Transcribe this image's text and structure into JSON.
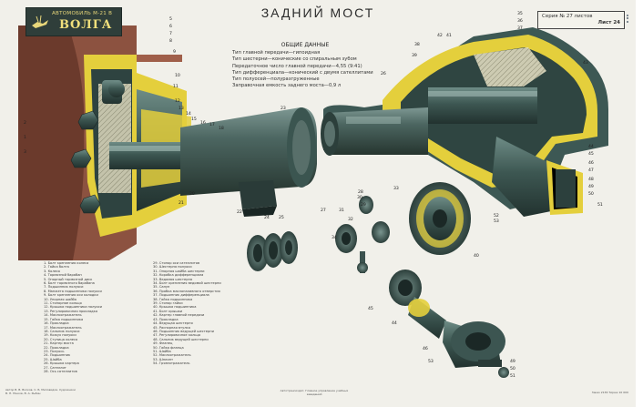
{
  "header": {
    "badge_line1": "АВТОМОБИЛЬ М-21 В",
    "badge_line2": "ВОЛГА",
    "title": "ЗАДНИЙ МОСТ",
    "series_line1": "Серия № 27 листов",
    "series_line2": "Лист 24"
  },
  "specs": {
    "title": "ОБЩИЕ ДАННЫЕ",
    "lines": [
      "Тип главной передачи—гипоидная",
      "Тип шестерни—конические со спиральным зубом",
      "Передаточное число главной передачи—4,55 (9:41)",
      "Тип дифференциала—конический с двумя сателлитами",
      "Тип полуосей—полуразгруженные",
      "Заправочная емкость заднего моста—0,9 л"
    ]
  },
  "legend": {
    "col1": [
      "1. Болт крепления колеса",
      "2. Гайка болта",
      "3. Колесо",
      "4. Тормозной барабан",
      "5. Опорный тормозной диск",
      "6. Болт тормозного барабана",
      "7. Подшипник полуоси",
      "8. Манжета подшипника полуоси",
      "9. Болт крепления оси колодки",
      "10. Упорная шайба",
      "11. Стопорное кольцо",
      "12. Крышка подшипника полуоси",
      "13. Регулировочная прокладка",
      "14. Маслоотражатель",
      "15. Гайка подшипника",
      "16. Прокладка",
      "17. Маслоотражатель",
      "18. Сальник полуоси",
      "19. Кожух полуоси",
      "20. Ступица колеса",
      "21. Картер моста",
      "22. Прокладка",
      "23. Полуось",
      "24. Подшипник",
      "25. Шайба",
      "26. Крышка картера",
      "27. Сателлит",
      "28. Ось сателлитов"
    ],
    "col2": [
      "29. Стопор оси сателлитов",
      "30. Шестерня полуоси",
      "31. Опорная шайба шестерни",
      "32. Коробка дифференциала",
      "33. Ведомая шестерня",
      "34. Болт крепления ведомой шестерни",
      "35. Сапун",
      "36. Пробка маслоналивного отверстия",
      "37. Подшипник дифференциала",
      "38. Гайка подшипника",
      "39. Стопор гайки",
      "40. Крышка подшипника",
      "41. Болт крышки",
      "42. Картер главной передачи",
      "43. Прокладка",
      "44. Ведущая шестерня",
      "45. Распорная втулка",
      "46. Подшипник ведущей шестерни",
      "47. Регулировочное кольцо",
      "48. Сальник ведущей шестерни",
      "49. Фланец",
      "50. Гайка фланца",
      "51. Шайба",
      "52. Маслоотражатель",
      "53. Шплинт",
      "54. Грязеотражатель"
    ]
  },
  "footer": {
    "left": "Автор В. В. Волков, С. Б. Миловидов. Художники В. П. Юнков, В. А. Рыбин",
    "center": "Автотрансиздат, Главное управление учебных заведений",
    "right": "Заказ 2136 Тираж 10 000"
  },
  "colors": {
    "background": "#f1f0ea",
    "wheel": "#7a4434",
    "steel": "#3f5b57",
    "section": "#e4cf3c",
    "highlight": "#cde0d8",
    "cut": "#e8e3c8"
  },
  "icons": {
    "menu": "more-vert-icon",
    "logo": "deer-logo-icon"
  }
}
